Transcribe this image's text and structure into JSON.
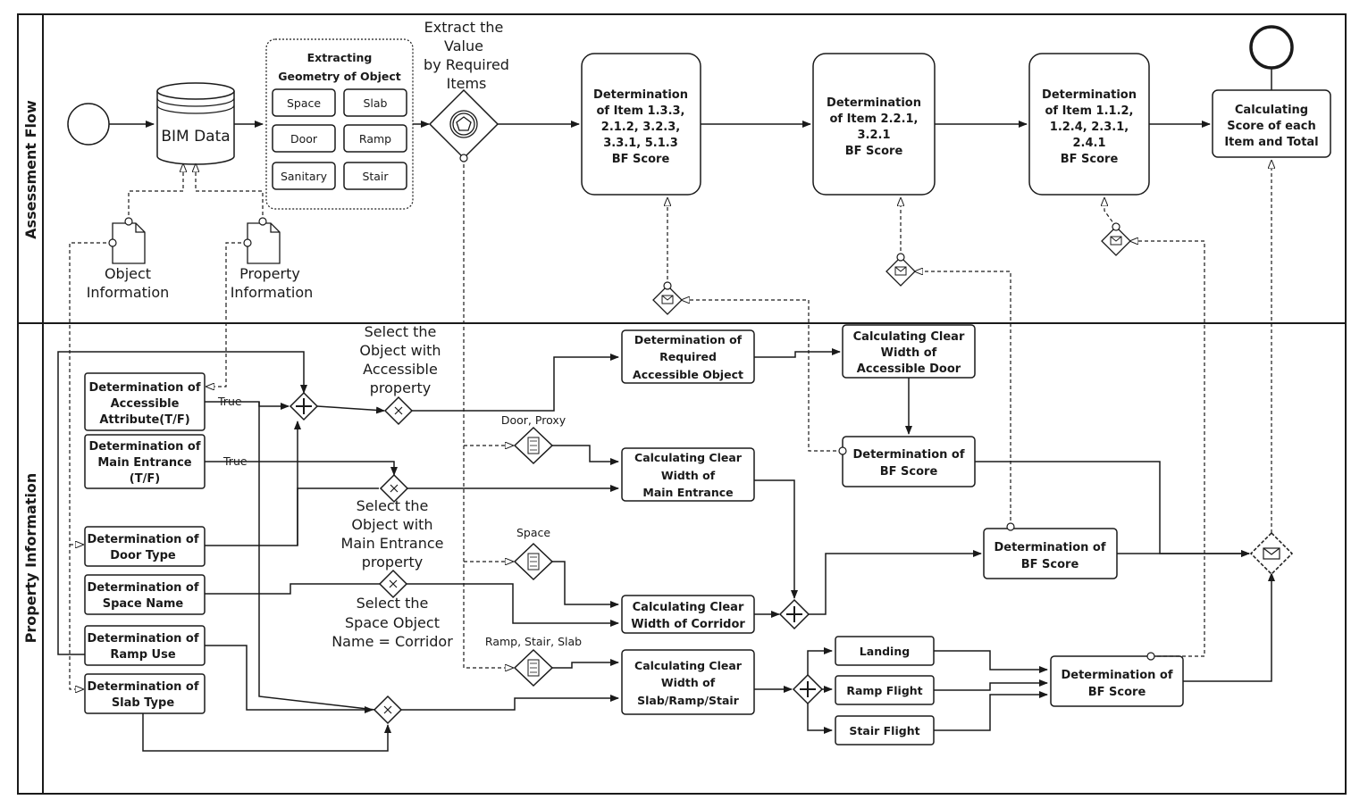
{
  "lanes": {
    "top": "Assessment Flow",
    "bottom": "Property Information"
  },
  "nodes": {
    "bim_data": "BIM Data",
    "extract_group_title": [
      "Extracting",
      "Geometry of Object"
    ],
    "geo_items": [
      "Space",
      "Slab",
      "Door",
      "Ramp",
      "Sanitary",
      "Stair"
    ],
    "extract_value_label": [
      "Extract the",
      "Value",
      "by Required",
      "Items"
    ],
    "item_a": [
      "Determination",
      "of Item 1.3.3,",
      "2.1.2, 3.2.3,",
      "3.3.1, 5.1.3",
      "BF Score"
    ],
    "item_b": [
      "Determination",
      "of Item 2.2.1,",
      "3.2.1",
      "BF Score"
    ],
    "item_c": [
      "Determination",
      "of Item 1.1.2,",
      "1.2.4, 2.3.1,",
      "2.4.1",
      "BF Score"
    ],
    "calc_score": [
      "Calculating",
      "Score of each",
      "Item and Total"
    ],
    "object_info": [
      "Object",
      "Information"
    ],
    "property_info": [
      "Property",
      "Information"
    ],
    "det_accessible_attr": [
      "Determination of",
      "Accessible",
      "Attribute(T/F)"
    ],
    "det_main_entrance": [
      "Determination of",
      "Main Entrance",
      "(T/F)"
    ],
    "det_door_type": [
      "Determination of",
      "Door Type"
    ],
    "det_space_name": [
      "Determination of",
      "Space Name"
    ],
    "det_ramp_use": [
      "Determination of",
      "Ramp Use"
    ],
    "det_slab_type": [
      "Determination of",
      "Slab Type"
    ],
    "label_true_1": "True",
    "label_true_2": "True",
    "select_accessible": [
      "Select the",
      "Object with",
      "Accessible",
      "property"
    ],
    "select_main_entrance": [
      "Select the",
      "Object with",
      "Main Entrance",
      "property"
    ],
    "select_space_corridor": [
      "Select the",
      "Space Object",
      "Name = Corridor"
    ],
    "det_required_accessible": [
      "Determination of",
      "Required",
      "Accessible  Object"
    ],
    "calc_accessible_door": [
      "Calculating Clear",
      "Width of",
      "Accessible Door"
    ],
    "det_bf_score_1": [
      "Determination of",
      "BF Score"
    ],
    "label_door_proxy": "Door, Proxy",
    "calc_main_entrance": [
      "Calculating Clear",
      "Width of",
      "Main Entrance"
    ],
    "label_space": "Space",
    "calc_corridor": [
      "Calculating Clear",
      "Width of Corridor"
    ],
    "det_bf_score_2": [
      "Determination of",
      "BF Score"
    ],
    "label_ramp_stair_slab": "Ramp, Stair, Slab",
    "calc_slab_ramp_stair": [
      "Calculating Clear",
      "Width of",
      "Slab/Ramp/Stair"
    ],
    "landing": "Landing",
    "ramp_flight": "Ramp Flight",
    "stair_flight": "Stair Flight",
    "det_bf_score_3": [
      "Determination of",
      "BF Score"
    ]
  },
  "icons": [
    "start-event-icon",
    "end-event-icon",
    "database-icon",
    "document-icon",
    "parallel-gateway-icon",
    "exclusive-gateway-icon",
    "event-gateway-icon",
    "message-gateway-icon"
  ]
}
